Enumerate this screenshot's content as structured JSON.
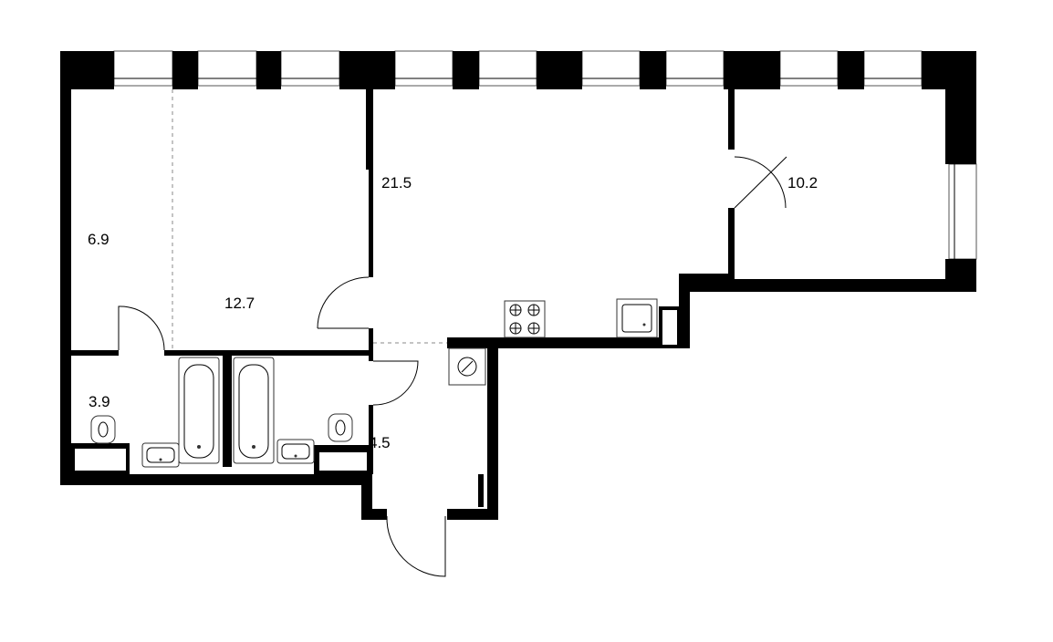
{
  "rooms": [
    {
      "id": "room-6-9",
      "area": "6.9"
    },
    {
      "id": "room-12-7",
      "area": "12.7"
    },
    {
      "id": "room-21-5",
      "area": "21.5"
    },
    {
      "id": "room-10-2",
      "area": "10.2"
    },
    {
      "id": "room-3-9",
      "area": "3.9"
    },
    {
      "id": "room-4-5",
      "area": "4.5"
    }
  ],
  "colors": {
    "wall": "#000000",
    "background": "#ffffff",
    "fixture_stroke": "#333333"
  },
  "icons": [
    "stove-icon",
    "kitchen-sink-icon",
    "bathtub-icon",
    "toilet-icon",
    "washbasin-icon",
    "electrical-panel-icon"
  ]
}
